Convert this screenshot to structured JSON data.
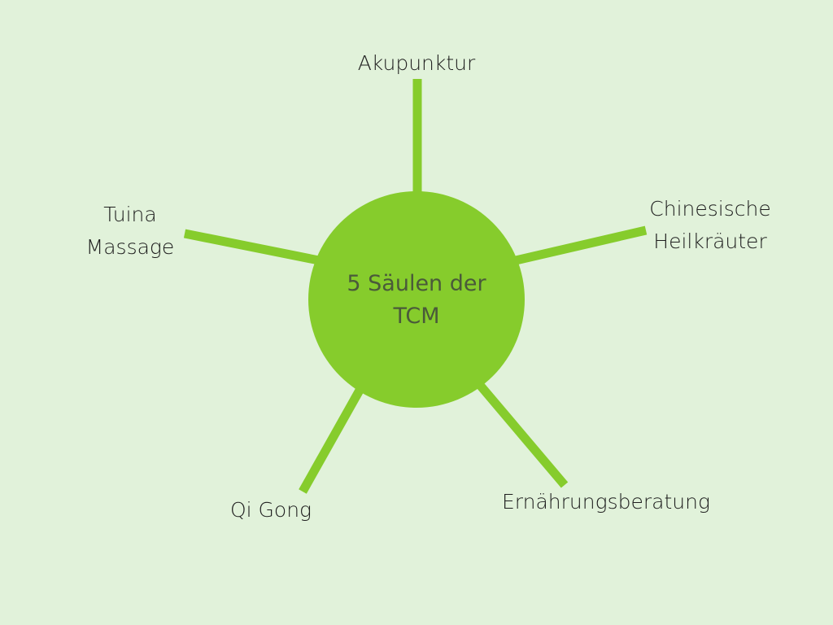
{
  "center": {
    "line1": "5 Säulen der",
    "line2": "TCM"
  },
  "pillars": [
    {
      "id": "akupunktur",
      "lines": [
        "Akupunktur"
      ]
    },
    {
      "id": "chinesische-heilkraeuter",
      "lines": [
        "Chinesische",
        "Heilkräuter"
      ]
    },
    {
      "id": "ernaehrungsberatung",
      "lines": [
        "Ernährungsberatung"
      ]
    },
    {
      "id": "qi-gong",
      "lines": [
        "Qi Gong"
      ]
    },
    {
      "id": "tuina-massage",
      "lines": [
        "Tuina",
        "Massage"
      ]
    }
  ],
  "colors": {
    "background": "#e1f2da",
    "accent": "#86cc2c",
    "text": "#1f1f1f",
    "center_text": "#4a5a3a"
  }
}
